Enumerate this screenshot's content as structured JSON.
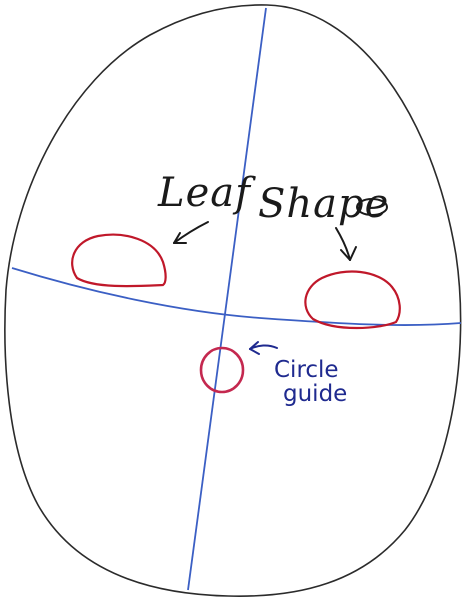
{
  "labels": {
    "leaf": "Leaf",
    "shape": "Shape",
    "circle_line1": "Circle",
    "circle_line2": "guide"
  },
  "colors": {
    "outline": "#2b2b2b",
    "guide_line": "#3b5fc4",
    "eye_shape": "#c0182a",
    "circle_guide": "#c4284f",
    "blue_text": "#1f2a8f",
    "black_text": "#1a1a1a"
  },
  "icons": {
    "small_oval": "oval-icon",
    "arrow": "arrow-icon"
  }
}
